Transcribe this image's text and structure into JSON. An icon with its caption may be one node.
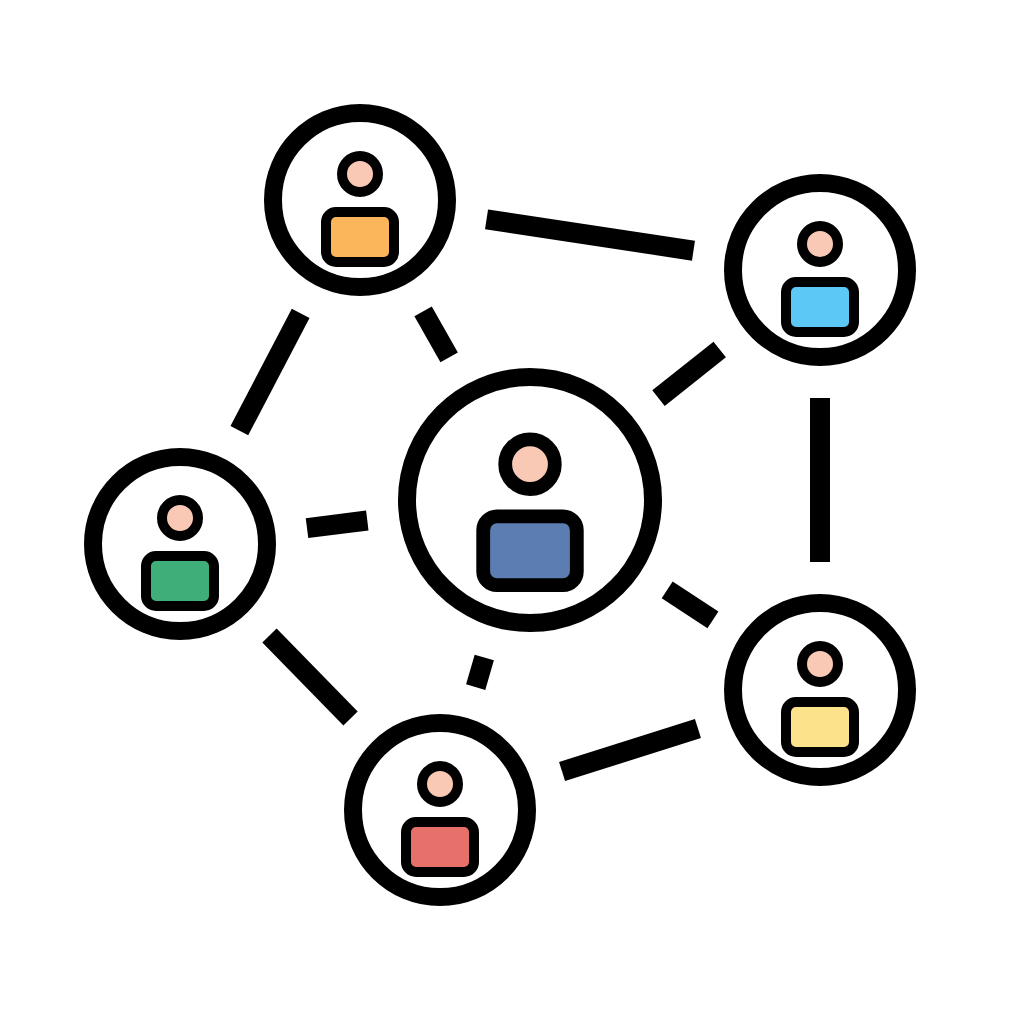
{
  "diagram": {
    "nodes": [
      {
        "text": [],
        "shape": "person"
      },
      {
        "text": [],
        "shape": "person"
      },
      {
        "text": [],
        "shape": "person"
      },
      {
        "text": [],
        "shape": "person"
      },
      {
        "text": [],
        "shape": "person"
      },
      {
        "text": [],
        "shape": "person"
      }
    ],
    "edges": [
      {
        "from": 0,
        "to": 1,
        "arrow": "none"
      },
      {
        "from": 1,
        "to": 4,
        "arrow": "none"
      },
      {
        "from": 4,
        "to": 5,
        "arrow": "none"
      },
      {
        "from": 5,
        "to": 2,
        "arrow": "none"
      },
      {
        "from": 2,
        "to": 0,
        "arrow": "none"
      },
      {
        "from": 3,
        "to": 0,
        "arrow": "none"
      },
      {
        "from": 3,
        "to": 1,
        "arrow": "none"
      },
      {
        "from": 3,
        "to": 4,
        "arrow": "none"
      },
      {
        "from": 3,
        "to": 5,
        "arrow": "none"
      },
      {
        "from": 3,
        "to": 2,
        "arrow": "none"
      }
    ]
  }
}
